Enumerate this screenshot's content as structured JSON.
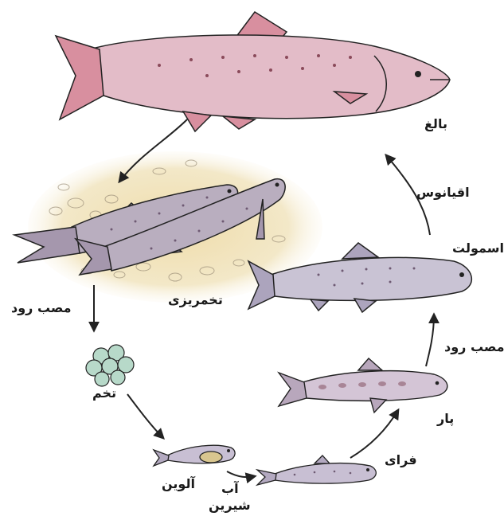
{
  "stages": {
    "adult": "بالغ",
    "ocean": "اقیانوس",
    "smolt": "اسمولت",
    "estuary_upper": "مصب رود",
    "parr": "پار",
    "fry": "فرای",
    "freshwater_line1": "آب",
    "freshwater_line2": "شیرین",
    "alevin": "آلوین",
    "egg": "تخم",
    "estuary_left": "مصب رود",
    "spawning": "تخمریزی"
  },
  "colors": {
    "adult_body": "#e3bcc8",
    "adult_fin": "#d88f9f",
    "spawner_body": "#b9aebf",
    "smolt_body": "#c9c3d4",
    "parr_body": "#d4c5d6",
    "small_fish": "#c8bfd3",
    "gravel_bed": "#f0e3bc",
    "egg": "#b7d9c9",
    "outline": "#222222"
  }
}
